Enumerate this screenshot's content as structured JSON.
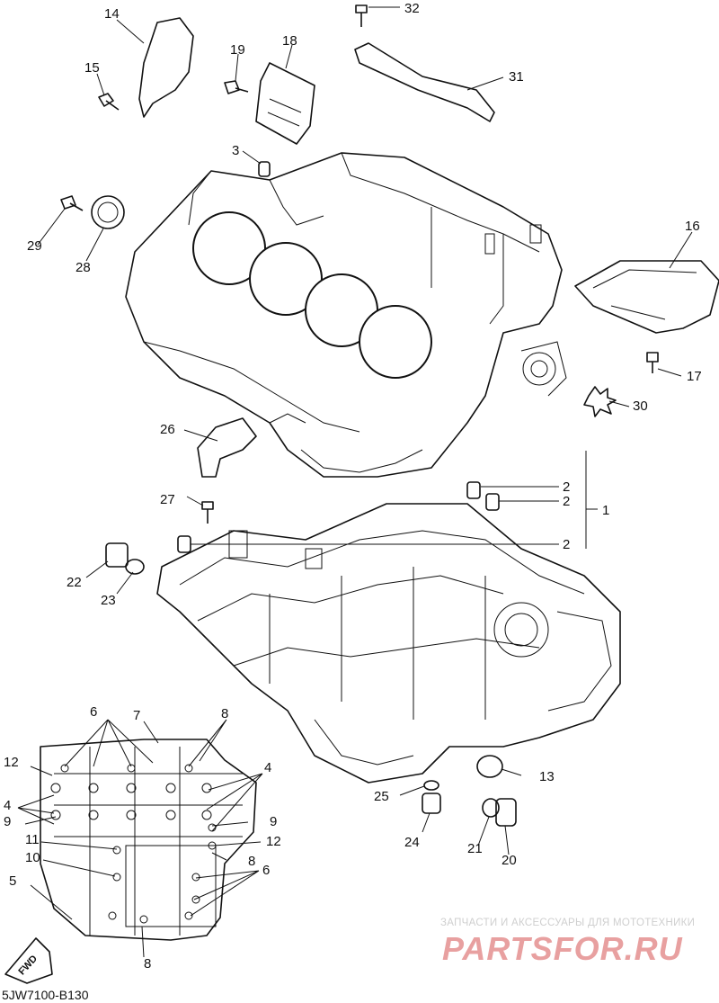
{
  "diagram": {
    "callouts": [
      "1",
      "2",
      "3",
      "4",
      "5",
      "6",
      "7",
      "8",
      "9",
      "10",
      "11",
      "12",
      "13",
      "14",
      "15",
      "16",
      "17",
      "18",
      "19",
      "20",
      "21",
      "22",
      "23",
      "24",
      "25",
      "26",
      "27",
      "28",
      "29",
      "30",
      "31",
      "32"
    ],
    "arrow_label": "FWD",
    "drawing_code": "5JW7100-B130"
  },
  "watermark": {
    "subtitle": "ЗАПЧАСТИ И АКСЕССУАРЫ ДЛЯ МОТОТЕХНИКИ",
    "brand": "PARTSFOR.RU"
  },
  "colors": {
    "line": "#111111",
    "watermark_red": "#e8a0a0",
    "watermark_grey": "#cfcfcf"
  }
}
